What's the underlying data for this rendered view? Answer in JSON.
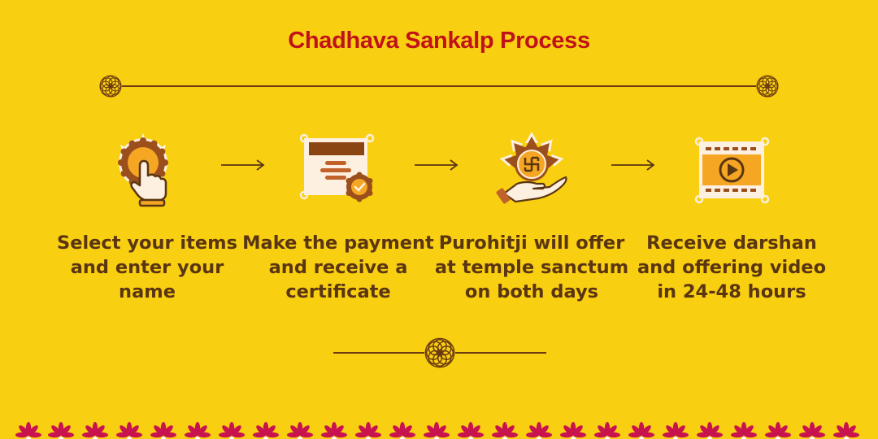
{
  "header": {
    "title": "Chadhava Sankalp Process"
  },
  "colors": {
    "background": "#f9cf11",
    "title": "#c0121a",
    "text": "#5a3512",
    "line": "#6b3a10",
    "flower": "#c8134f"
  },
  "steps": [
    {
      "icon": "hand-pointer-icon",
      "text": "Select your items and enter your name"
    },
    {
      "icon": "certificate-icon",
      "text": "Make the payment and receive a certificate"
    },
    {
      "icon": "swastik-offering-icon",
      "text": "Purohitji will offer at temple sanctum on both days"
    },
    {
      "icon": "video-play-icon",
      "text": "Receive darshan and offering video in 24-48 hours"
    }
  ],
  "arrows": [
    "arrow-right-icon",
    "arrow-right-icon",
    "arrow-right-icon"
  ]
}
